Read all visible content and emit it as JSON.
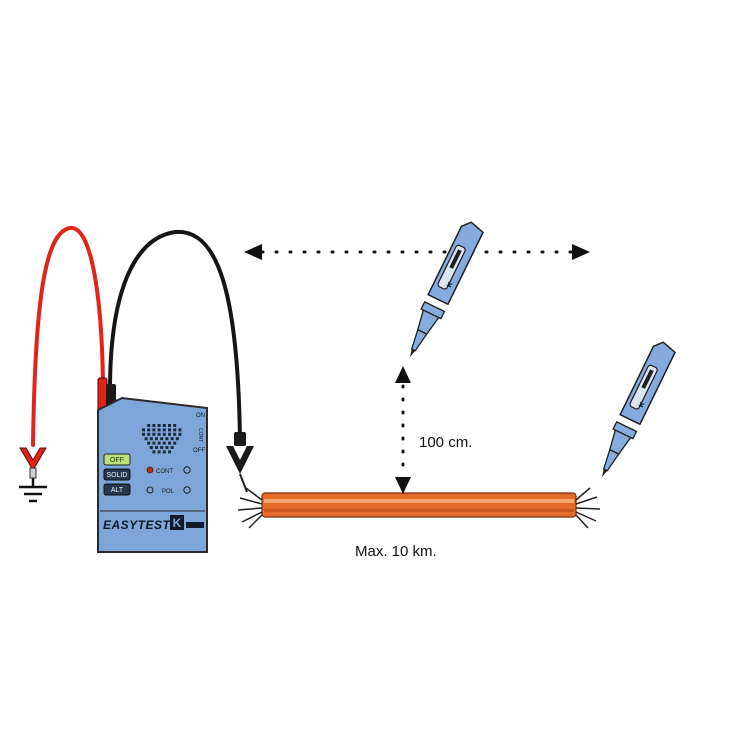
{
  "labels": {
    "distance_probe": "100 cm.",
    "max_length": "Max. 10 km."
  },
  "device": {
    "brand": "EASYTEST",
    "brand_logo": "K",
    "buttons": [
      "OFF",
      "SOLID",
      "ALT"
    ],
    "indicators": [
      "CONT",
      "POL"
    ],
    "mode_switch": [
      "ON",
      "CONT",
      "OFF"
    ]
  },
  "probe": {
    "brand_mark": "K"
  },
  "colors": {
    "device_body": "#7fa6d8",
    "device_outline": "#2b2b2b",
    "red_lead": "#e02418",
    "black_lead": "#151515",
    "cable": "#e56b2a",
    "cable_highlight": "#f6b27a",
    "probe_body": "#86acdf",
    "probe_outline": "#1e1e1e",
    "led_green": "#b9e07a",
    "led_red": "#d0261b"
  },
  "icons": [
    "ground-symbol-icon",
    "double-arrow-icon",
    "vertical-arrow-icon",
    "frayed-wire-end-icon",
    "probe-pen-icon"
  ]
}
